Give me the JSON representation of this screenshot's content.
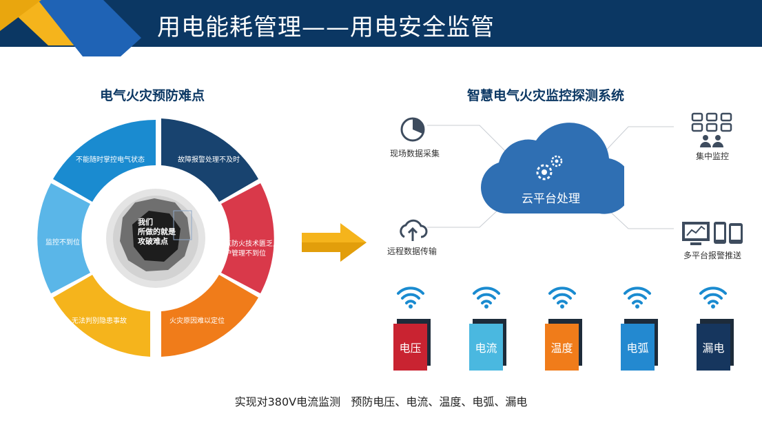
{
  "page_title": "用电能耗管理——用电安全监管",
  "left_panel": {
    "title": "电气火灾预防难点",
    "segments": [
      "不能随时掌控电气状态",
      "故障报警处理不及时",
      "电气防火技术匮乏,\n维护管理不到位",
      "火灾原因难以定位",
      "无法判别隐患事故",
      "监控不到位"
    ],
    "center_text": "我们\n所做的就是\n攻破难点"
  },
  "right_panel": {
    "title": "智慧电气火灾监控探测系统",
    "cloud_label": "云平台处理",
    "nodes": {
      "top_left": "现场数据采集",
      "bottom_left": "远程数据传输",
      "top_right": "集中监控",
      "bottom_right": "多平台报警推送"
    },
    "sensors": [
      {
        "label": "电压",
        "color": "#c92331"
      },
      {
        "label": "电流",
        "color": "#4ab8e0"
      },
      {
        "label": "温度",
        "color": "#f07c1a"
      },
      {
        "label": "电弧",
        "color": "#2389d0"
      },
      {
        "label": "漏电",
        "color": "#16365e"
      }
    ]
  },
  "caption": "实现对380V电流监测   预防电压、电流、温度、电弧、漏电",
  "colors": {
    "header": "#0b3763",
    "accent_yellow": "#f5b41c",
    "accent_blue": "#1f63b5",
    "cloud": "#2f6fb3",
    "icon_gray": "#3e4c5e"
  }
}
